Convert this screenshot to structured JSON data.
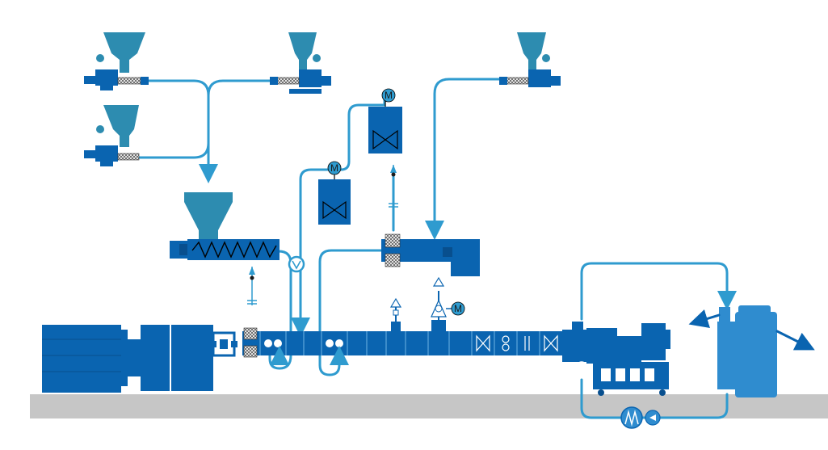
{
  "colors": {
    "equipment": "#0a64b0",
    "equipment_dark": "#084f8e",
    "hopper": "#2d8cb0",
    "pipe": "#2f9bcf",
    "pelletizer": "#2f8ccf",
    "floor": "#c6c6c6",
    "barrel_line": "#6fb3e3"
  },
  "motor_labels": {
    "tank_1": "M",
    "tank_2": "M",
    "vent_fan": "M"
  },
  "icons": [
    "feeder-icon",
    "mixing-tank-icon",
    "motor-icon",
    "pump-icon",
    "valve-icon",
    "kneading-element-icon",
    "mixing-element-icon",
    "arrow-icon"
  ]
}
